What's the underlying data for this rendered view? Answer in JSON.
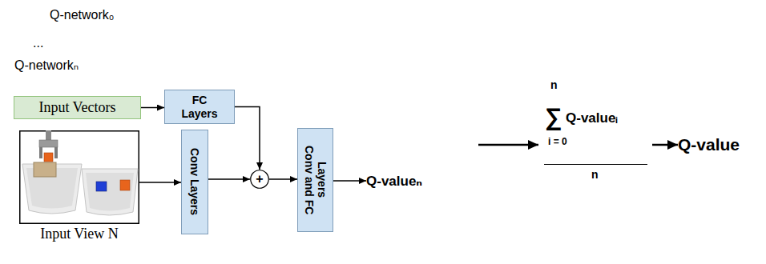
{
  "diagram": {
    "nodes": [
      {
        "text": [
          "Q-network₀"
        ]
      },
      {
        "text": [
          "..."
        ]
      },
      {
        "text": [
          "Q-networkₙ"
        ]
      },
      {
        "text": [
          "Input Vectors"
        ],
        "in": 2
      },
      {
        "text": [
          "FC Layers"
        ],
        "in": 2
      },
      {
        "text": [
          "Input View N"
        ],
        "in": 2
      },
      {
        "text": [
          "Conv Layers"
        ],
        "in": 2
      },
      {
        "text": [
          "+"
        ],
        "in": 2
      },
      {
        "text": [
          "Conv and FC Layers"
        ],
        "in": 2
      },
      {
        "text": [
          "Q-valueₙ"
        ],
        "in": 2
      },
      {
        "text": [
          "n",
          "∑",
          "Q-valueᵢ",
          "i = 0",
          "n"
        ]
      },
      {
        "text": [
          "Q-value"
        ]
      }
    ],
    "edges": [
      {
        "from": 3,
        "to": 4,
        "arrow": "to"
      },
      {
        "from": 4,
        "to": 7,
        "arrow": "to"
      },
      {
        "from": 5,
        "to": 6,
        "arrow": "to"
      },
      {
        "from": 6,
        "to": 7,
        "arrow": "to"
      },
      {
        "from": 7,
        "to": 8,
        "arrow": "to"
      },
      {
        "from": 8,
        "to": 9,
        "arrow": "to"
      },
      {
        "from": 1,
        "to": 10,
        "arrow": "to"
      },
      {
        "from": 10,
        "to": 11,
        "arrow": "to"
      }
    ]
  }
}
